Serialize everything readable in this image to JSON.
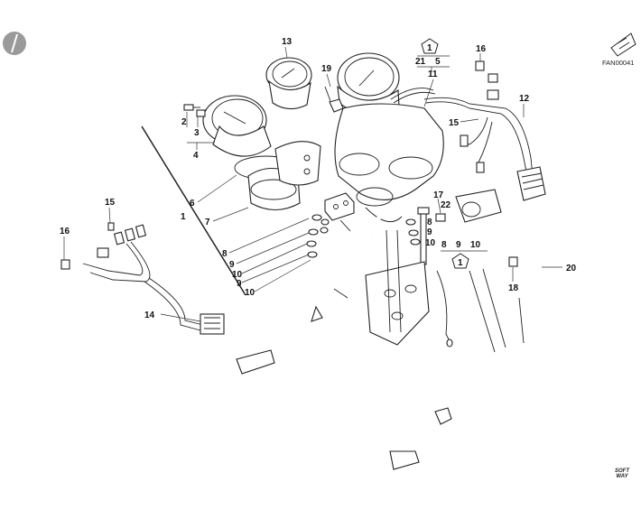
{
  "drawing_code": "FAN00041",
  "brand": [
    "SOFT",
    "WAY"
  ],
  "callouts": {
    "c1": "1",
    "c2": "2",
    "c3": "3",
    "c4": "4",
    "c5": "5",
    "c6": "6",
    "c7": "7",
    "c8a": "8",
    "c8b": "8",
    "c8c": "8",
    "c9a": "9",
    "c9b": "9",
    "c9c": "9",
    "c9d": "9",
    "c10a": "10",
    "c10b": "10",
    "c10c": "10",
    "c10d": "10",
    "c11": "11",
    "c12": "12",
    "c13": "13",
    "c14": "14",
    "c15a": "15",
    "c15b": "15",
    "c16a": "16",
    "c16b": "16",
    "c17": "17",
    "c18": "18",
    "c19": "19",
    "c20": "20",
    "c21": "21",
    "c22": "22"
  },
  "badges": {
    "b1": "1",
    "b2": "1"
  }
}
